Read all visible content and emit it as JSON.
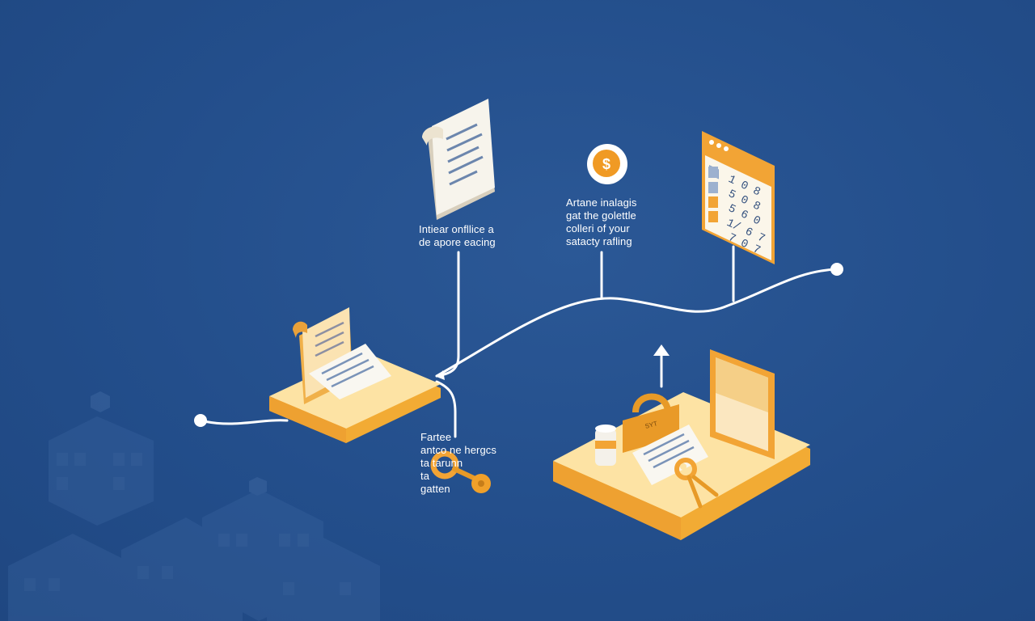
{
  "captions": {
    "document": [
      "Intiear onfllice a",
      "de apore eacing"
    ],
    "money": [
      "Artane inalagis",
      "gat the golettle",
      "colleri of your",
      "satacty rafling"
    ],
    "keys": [
      "Fartee",
      "antco ne hergcs",
      "ta              tarunn",
      "ta",
      "gatten"
    ]
  },
  "badges": {
    "coin_symbol": "$",
    "padlock_tag": "SYT"
  },
  "ledger_digits": [
    "1 0 8",
    "5 0 8",
    "5 6 0",
    "1/ 6 7",
    "7 0 7"
  ],
  "colors": {
    "background": "#234e8b",
    "platform_top": "#fde3a4",
    "platform_side": "#f2ab34",
    "accent_orange": "#f0a02a",
    "paper": "#f7f4ec",
    "line": "#ffffff"
  },
  "icons": [
    "document-icon",
    "coin-icon",
    "ledger-window-icon",
    "padlock-icon",
    "key-icon",
    "jar-icon",
    "tablet-icon",
    "upload-arrow-icon"
  ]
}
